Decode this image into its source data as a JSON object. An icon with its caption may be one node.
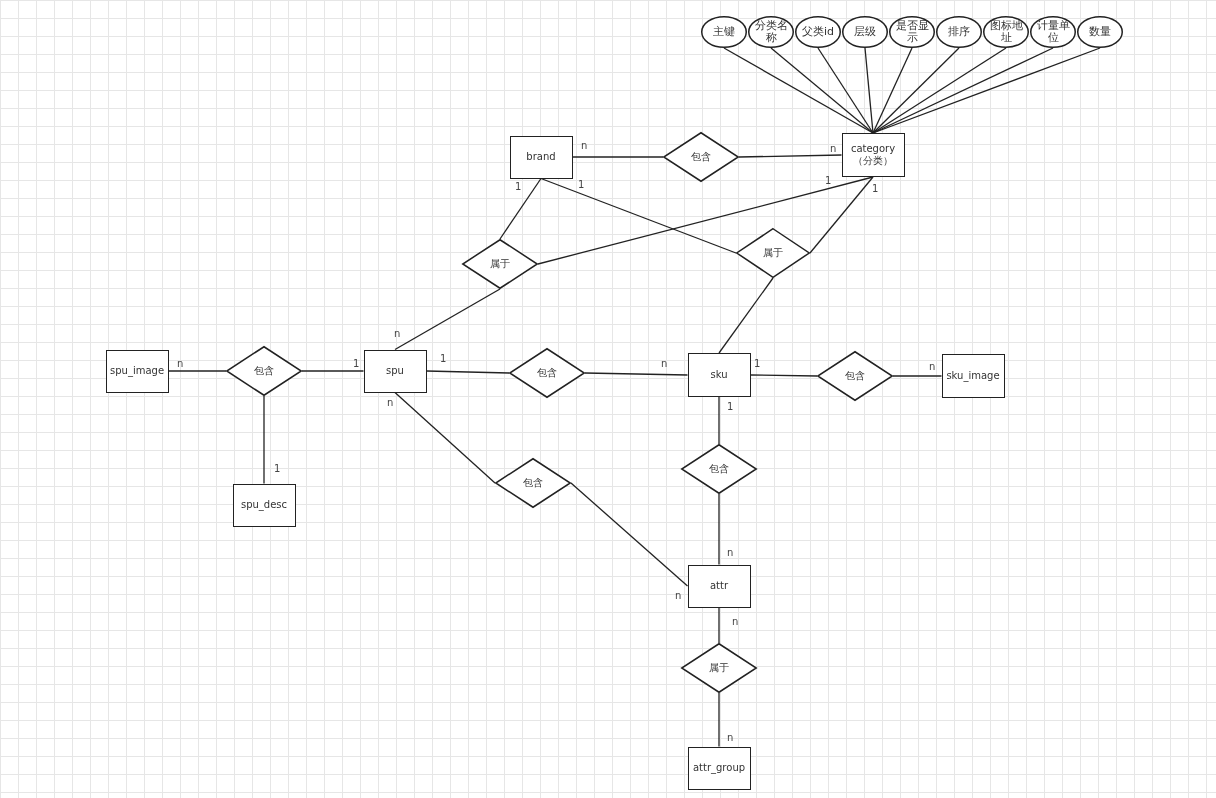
{
  "diagram": {
    "nodes": [
      {
        "text": [
          "主键"
        ]
      },
      {
        "text": [
          "分类名称"
        ]
      },
      {
        "text": [
          "父类id"
        ]
      },
      {
        "text": [
          "层级"
        ]
      },
      {
        "text": [
          "是否显示"
        ]
      },
      {
        "text": [
          "排序"
        ]
      },
      {
        "text": [
          "图标地址"
        ]
      },
      {
        "text": [
          "计量单位"
        ]
      },
      {
        "text": [
          "数量"
        ]
      },
      {
        "text": [
          "brand"
        ]
      },
      {
        "text": [
          "包含"
        ]
      },
      {
        "text": [
          "category （分类）"
        ]
      },
      {
        "text": [
          "属于"
        ]
      },
      {
        "text": [
          "属于"
        ]
      },
      {
        "text": [
          "spu_image"
        ]
      },
      {
        "text": [
          "包含"
        ]
      },
      {
        "text": [
          "spu"
        ]
      },
      {
        "text": [
          "包含"
        ]
      },
      {
        "text": [
          "sku"
        ]
      },
      {
        "text": [
          "包含"
        ]
      },
      {
        "text": [
          "sku_image"
        ]
      },
      {
        "text": [
          "spu_desc"
        ]
      },
      {
        "text": [
          "包含"
        ]
      },
      {
        "text": [
          "包含"
        ]
      },
      {
        "text": [
          "attr"
        ]
      },
      {
        "text": [
          "属于"
        ]
      },
      {
        "text": [
          "attr_group"
        ]
      }
    ],
    "edges": [
      {
        "from": 0,
        "to": 11,
        "arrow": "none"
      },
      {
        "from": 1,
        "to": 11,
        "arrow": "none"
      },
      {
        "from": 2,
        "to": 11,
        "arrow": "none"
      },
      {
        "from": 3,
        "to": 11,
        "arrow": "none"
      },
      {
        "from": 4,
        "to": 11,
        "arrow": "none"
      },
      {
        "from": 5,
        "to": 11,
        "arrow": "none"
      },
      {
        "from": 6,
        "to": 11,
        "arrow": "none"
      },
      {
        "from": 7,
        "to": 11,
        "arrow": "none"
      },
      {
        "from": 8,
        "to": 11,
        "arrow": "none"
      },
      {
        "from": 9,
        "to": 10,
        "arrow": "none"
      },
      {
        "from": 10,
        "to": 11,
        "arrow": "none"
      },
      {
        "from": 9,
        "to": 12,
        "arrow": "none"
      },
      {
        "from": 12,
        "to": 11,
        "arrow": "none"
      },
      {
        "from": 9,
        "to": 13,
        "arrow": "none"
      },
      {
        "from": 13,
        "to": 11,
        "arrow": "none"
      },
      {
        "from": 12,
        "to": 16,
        "arrow": "none"
      },
      {
        "from": 13,
        "to": 18,
        "arrow": "none"
      },
      {
        "from": 14,
        "to": 15,
        "arrow": "none"
      },
      {
        "from": 15,
        "to": 16,
        "arrow": "none"
      },
      {
        "from": 15,
        "to": 21,
        "arrow": "none"
      },
      {
        "from": 16,
        "to": 17,
        "arrow": "none"
      },
      {
        "from": 17,
        "to": 18,
        "arrow": "none"
      },
      {
        "from": 18,
        "to": 19,
        "arrow": "none"
      },
      {
        "from": 19,
        "to": 20,
        "arrow": "none"
      },
      {
        "from": 16,
        "to": 22,
        "arrow": "none"
      },
      {
        "from": 22,
        "to": 24,
        "arrow": "none"
      },
      {
        "from": 18,
        "to": 23,
        "arrow": "none"
      },
      {
        "from": 23,
        "to": 24,
        "arrow": "none"
      },
      {
        "from": 24,
        "to": 25,
        "arrow": "none"
      },
      {
        "from": 25,
        "to": 26,
        "arrow": "none"
      }
    ],
    "labels": [
      "n",
      "n",
      "1",
      "1",
      "1",
      "1",
      "n",
      "1",
      "n",
      "1",
      "n",
      "1",
      "n",
      "n",
      "1",
      "1",
      "n",
      "n",
      "n",
      "n"
    ]
  }
}
